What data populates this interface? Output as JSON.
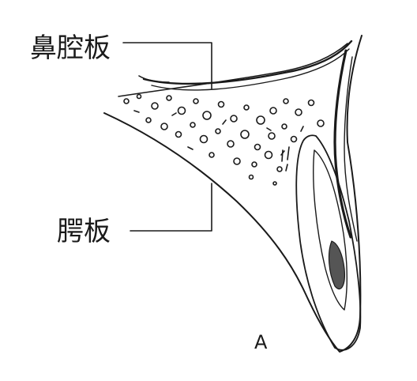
{
  "figure": {
    "labels": {
      "nasal_plate": "鼻腔板",
      "pterygoid_plate": "腭板"
    },
    "panel_letter": "A"
  }
}
